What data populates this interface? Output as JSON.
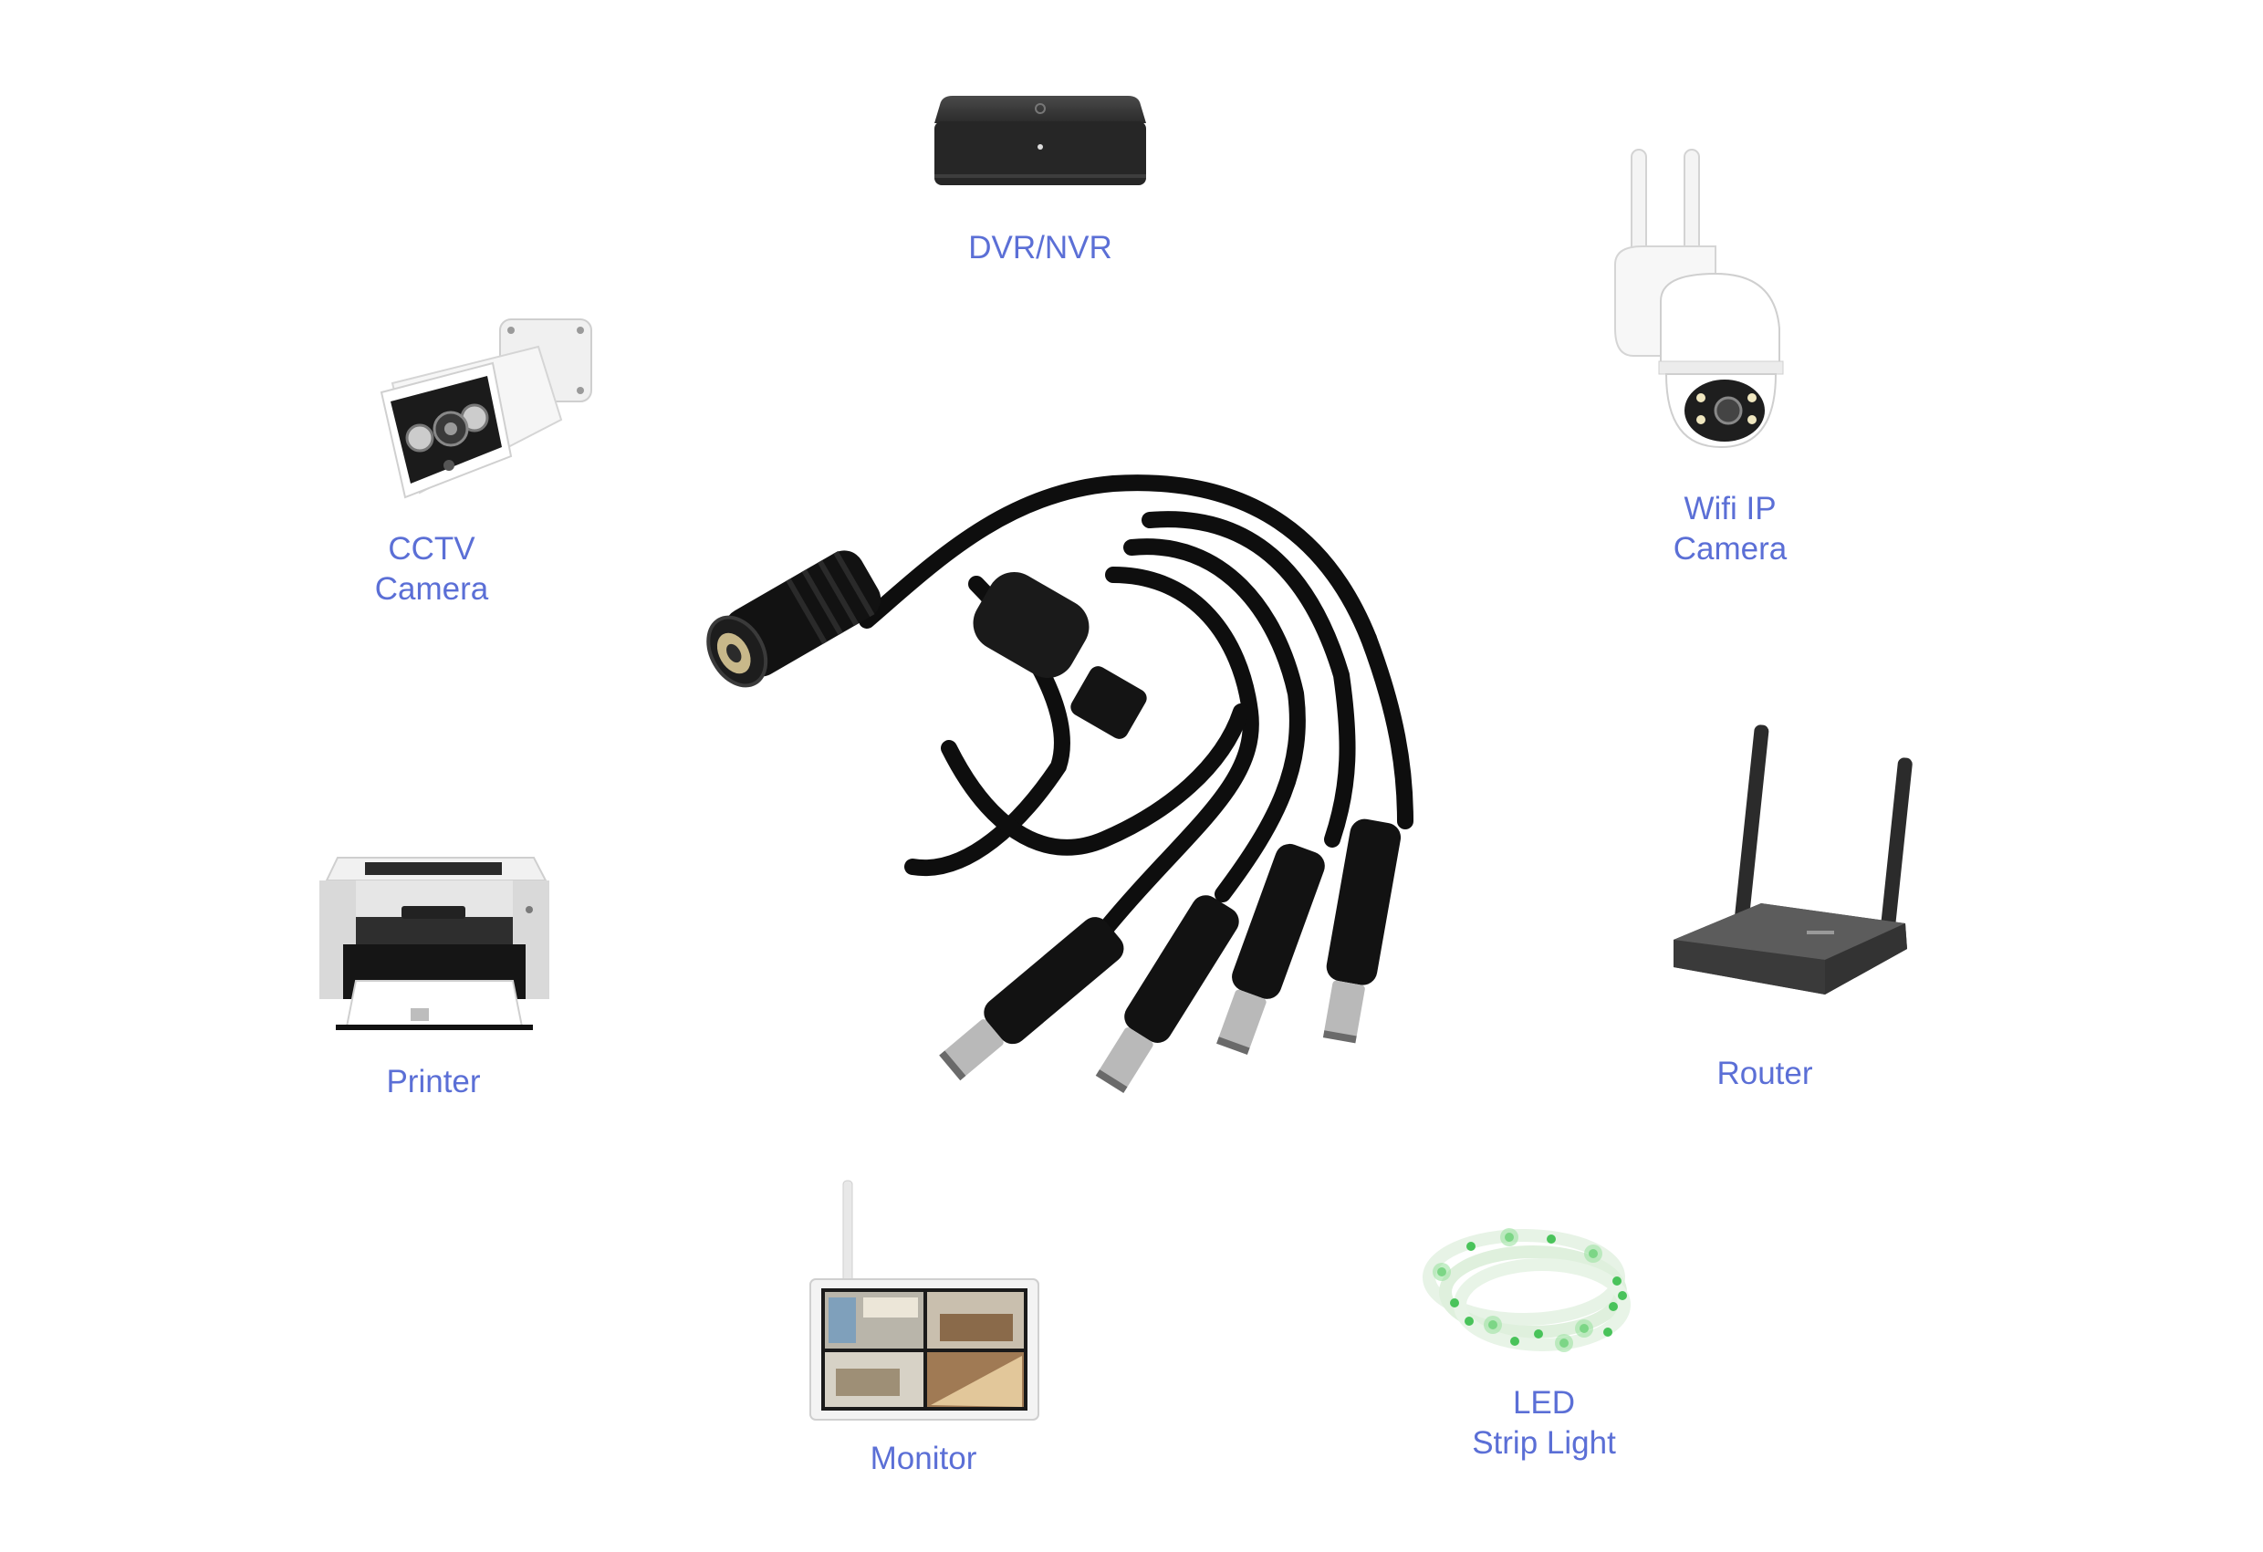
{
  "colors": {
    "label": "#5b6fd6",
    "background": "#ffffff",
    "cable": "#0e0e0e"
  },
  "devices": {
    "dvr_nvr": {
      "label": "DVR/NVR",
      "icon": "dvr-nvr-icon"
    },
    "cctv_camera": {
      "label": "CCTV\nCamera",
      "icon": "cctv-camera-icon"
    },
    "wifi_ip_camera": {
      "label": "Wifi IP\nCamera",
      "icon": "wifi-ip-camera-icon"
    },
    "printer": {
      "label": "Printer",
      "icon": "printer-icon"
    },
    "router": {
      "label": "Router",
      "icon": "router-icon"
    },
    "monitor": {
      "label": "Monitor",
      "icon": "monitor-icon"
    },
    "led_strip_light": {
      "label": "LED\nStrip Light",
      "icon": "led-strip-light-icon"
    }
  },
  "cable": {
    "icon": "dc-splitter-cable-icon"
  }
}
